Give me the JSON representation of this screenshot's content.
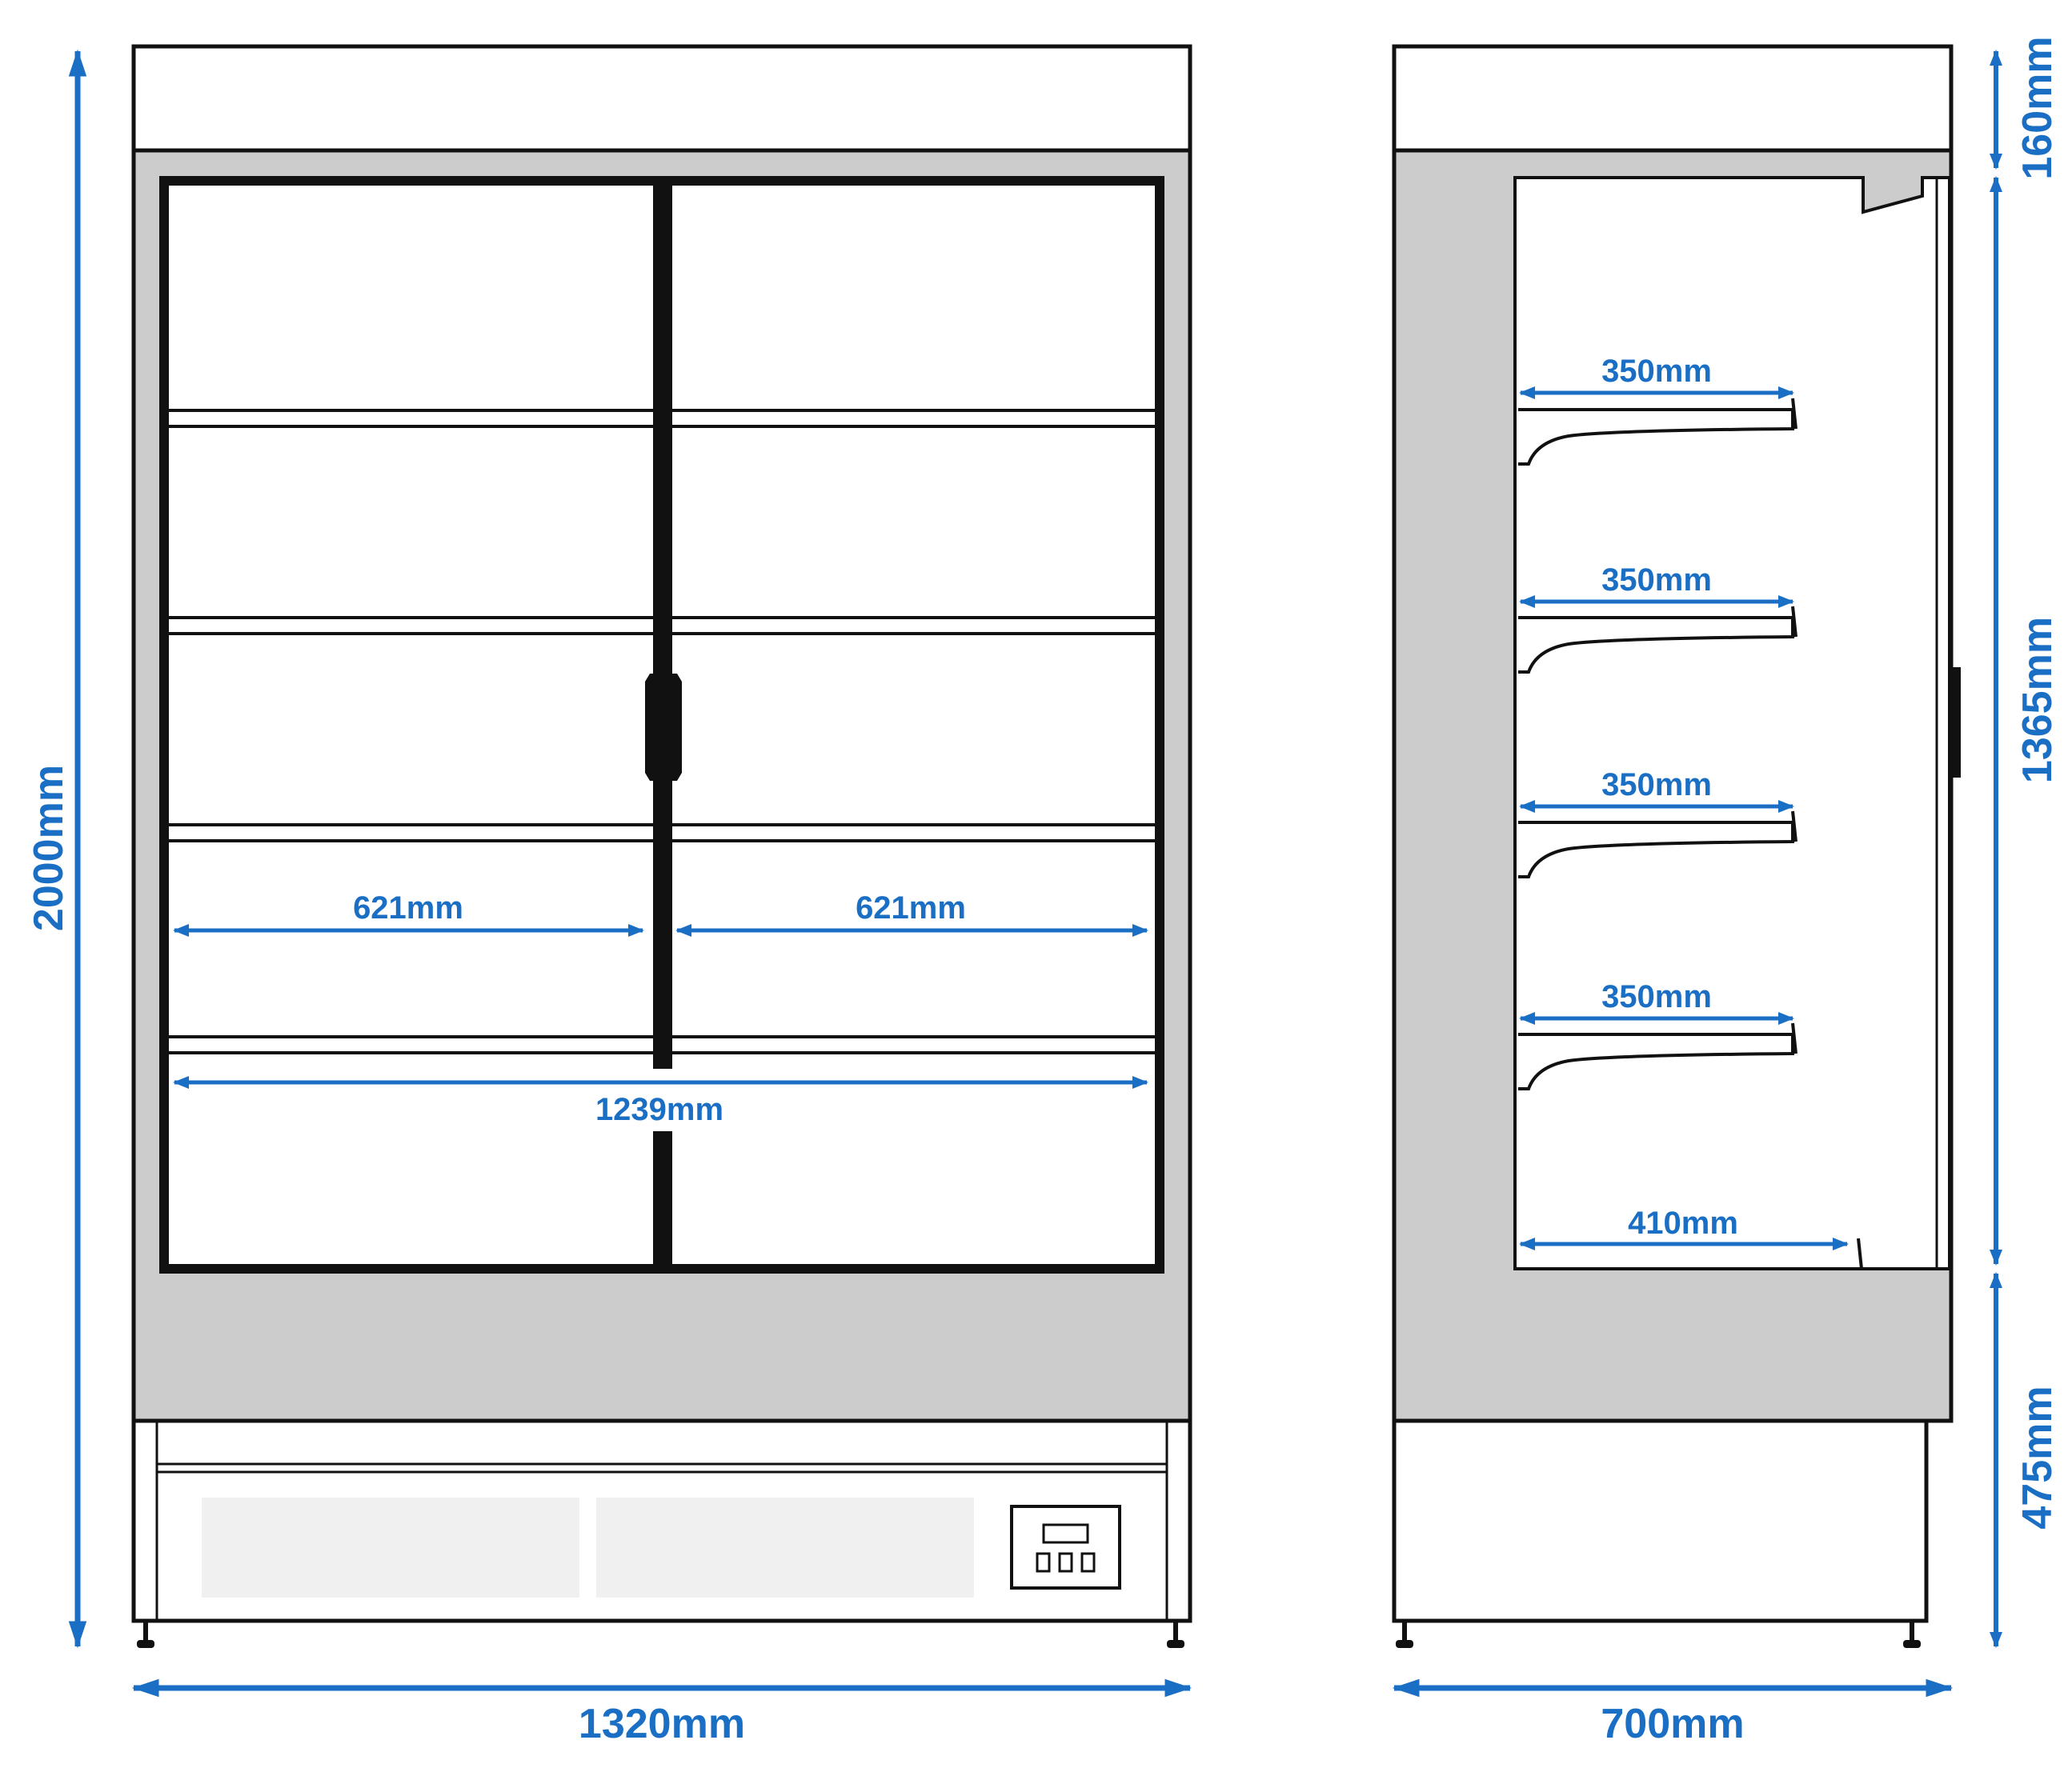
{
  "colors": {
    "dimension": "#1a6fc4",
    "outline": "#111111",
    "panel_grey": "#cccccc",
    "vent_grey": "#f0f0f0"
  },
  "front_view": {
    "total_height": "2000mm",
    "total_width": "1320mm",
    "half_inner_width_left": "621mm",
    "half_inner_width_right": "621mm",
    "inner_width": "1239mm"
  },
  "side_view": {
    "total_depth": "700mm",
    "top_section_height": "160mm",
    "display_section_height": "1365mm",
    "base_section_height": "475mm",
    "shelf_depths": [
      "350mm",
      "350mm",
      "350mm",
      "350mm"
    ],
    "bottom_depth": "410mm"
  }
}
